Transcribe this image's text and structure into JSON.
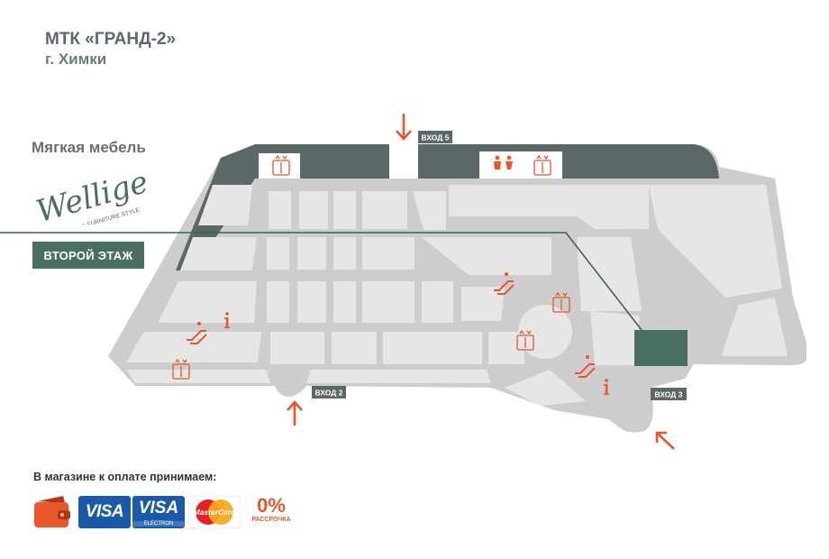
{
  "header": {
    "title": "МТК «ГРАНД-2»",
    "city": "г. Химки"
  },
  "store": {
    "category": "Мягкая мебель",
    "brand": "Wellige",
    "brand_tagline": "LIFE & FURNITURE STYLE",
    "floor_label": "ВТОРОЙ ЭТАЖ"
  },
  "map": {
    "entrances": [
      {
        "label": "ВХОД 5"
      },
      {
        "label": "ВХОД 2"
      },
      {
        "label": "ВХОД 3"
      }
    ],
    "icons": [
      "elevator-icon",
      "toilet-icon",
      "escalator-icon",
      "info-icon",
      "entrance-arrow-icon"
    ],
    "highlight_color": "#4a6e5f",
    "accent_color": "#e8562a"
  },
  "payment": {
    "title": "В магазине к оплате принимаем:",
    "methods": [
      {
        "name": "wallet-icon"
      },
      {
        "label": "VISA"
      },
      {
        "label": "VISA",
        "sublabel": "ELECTRON"
      },
      {
        "label": "MasterCard"
      },
      {
        "label": "0%",
        "sublabel": "РАССРОЧКА"
      }
    ]
  }
}
